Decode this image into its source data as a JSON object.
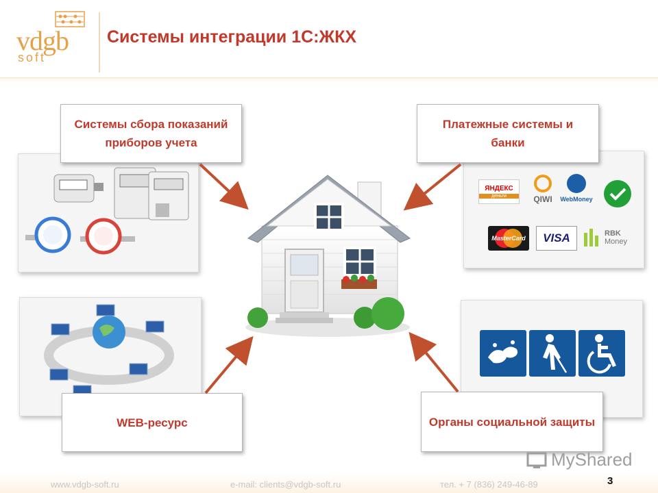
{
  "header": {
    "logo_text": "vdgb",
    "logo_subtext": "soft",
    "title": "Системы интеграции 1С:ЖКХ"
  },
  "labels": {
    "meters": "Системы сбора показаний приборов учета",
    "payments": "Платежные системы и банки",
    "web": "WEB-ресурс",
    "social": "Органы социальной защиты"
  },
  "payment_logos": {
    "yandex": "ЯНДЕКС",
    "yandex_sub": "деньги",
    "qiwi": "QIWI",
    "webmoney": "WebMoney",
    "mastercard": "MasterCard",
    "visa": "VISA",
    "rbk": "RBK",
    "rbk_sub": "Money"
  },
  "accessibility_icons": [
    "sign-language-icon",
    "blind-person-icon",
    "wheelchair-icon"
  ],
  "footer": {
    "site": "www.vdgb-soft.ru",
    "email": "e-mail: clients@vdgb-soft.ru",
    "phone": "тел. + 7 (836) 249-46-89"
  },
  "page_number": "3",
  "watermark": "MyShared",
  "colors": {
    "accent": "#c0392b",
    "logo": "#e6a24a",
    "arrow": "#c0502e",
    "accessibility_blue": "#15599c"
  }
}
